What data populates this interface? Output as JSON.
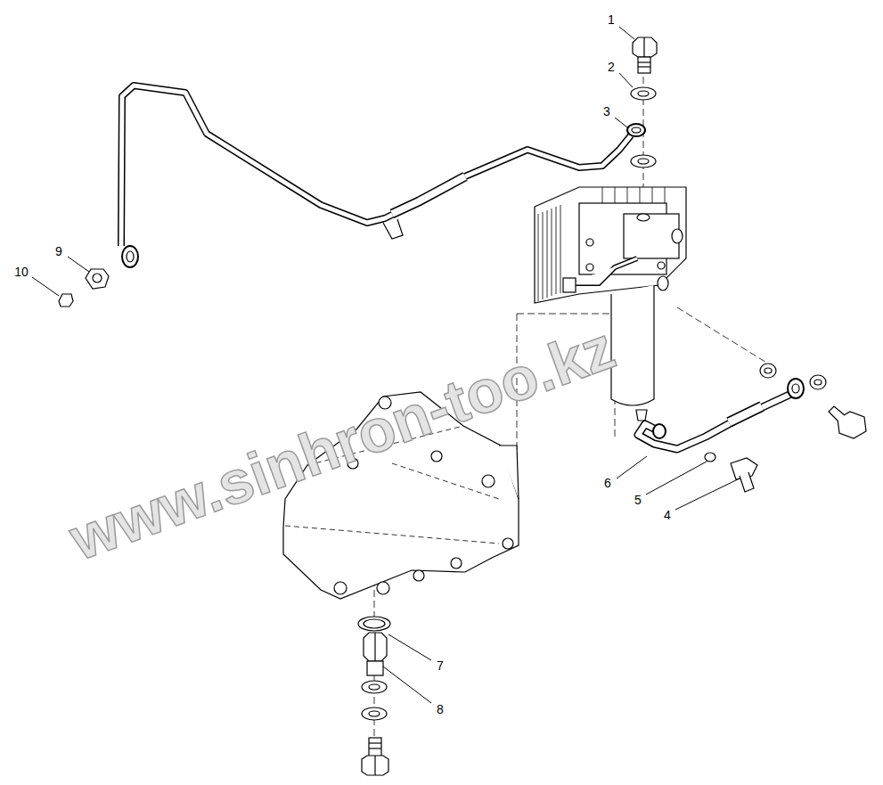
{
  "diagram": {
    "labels": [
      "1",
      "2",
      "3",
      "4",
      "5",
      "6",
      "7",
      "8",
      "9",
      "10",
      "www.sinhron-too.kz"
    ]
  }
}
